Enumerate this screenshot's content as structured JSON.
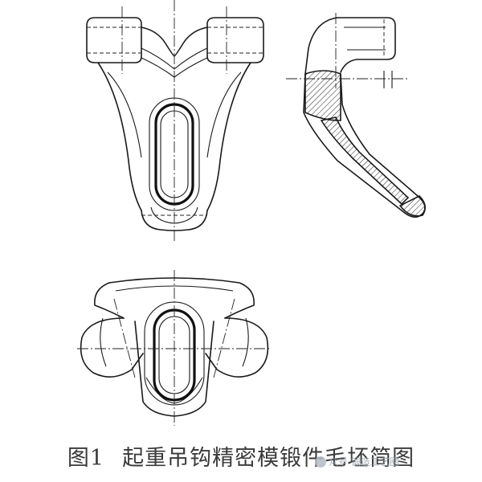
{
  "caption": {
    "figure_number": "图1",
    "title": "起重吊钩精密模锻件毛坯简图"
  },
  "watermark": {
    "icon": "wechat-icon",
    "text": "众号·锻造工艺圈"
  }
}
